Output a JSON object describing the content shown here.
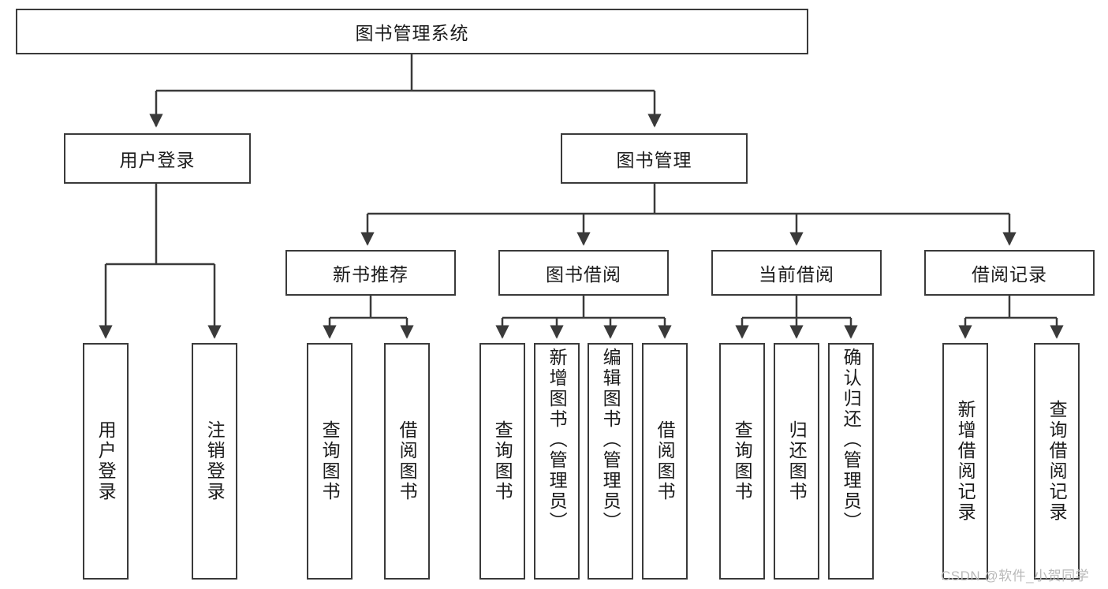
{
  "diagram": {
    "title": "图书管理系统",
    "type": "hierarchy-tree",
    "root": {
      "id": "root",
      "label": "图书管理系统",
      "orientation": "horizontal"
    },
    "level2": [
      {
        "id": "user-login",
        "label": "用户登录",
        "orientation": "horizontal"
      },
      {
        "id": "book-manage",
        "label": "图书管理",
        "orientation": "horizontal"
      }
    ],
    "level3": [
      {
        "id": "new-book-recommend",
        "label": "新书推荐",
        "orientation": "horizontal",
        "parent": "book-manage"
      },
      {
        "id": "book-borrow",
        "label": "图书借阅",
        "orientation": "horizontal",
        "parent": "book-manage"
      },
      {
        "id": "current-borrow",
        "label": "当前借阅",
        "orientation": "horizontal",
        "parent": "book-manage"
      },
      {
        "id": "borrow-record",
        "label": "借阅记录",
        "orientation": "horizontal",
        "parent": "book-manage"
      }
    ],
    "leaves": [
      {
        "id": "leaf-user-login",
        "label": "用户登录",
        "parent": "user-login",
        "orientation": "vertical"
      },
      {
        "id": "leaf-user-logout",
        "label": "注销登录",
        "parent": "user-login",
        "orientation": "vertical"
      },
      {
        "id": "leaf-query-book-1",
        "label": "查询图书",
        "parent": "new-book-recommend",
        "orientation": "vertical"
      },
      {
        "id": "leaf-borrow-book-1",
        "label": "借阅图书",
        "parent": "new-book-recommend",
        "orientation": "vertical"
      },
      {
        "id": "leaf-query-book-2",
        "label": "查询图书",
        "parent": "book-borrow",
        "orientation": "vertical"
      },
      {
        "id": "leaf-add-book",
        "label": "新增图书（管理员）",
        "parent": "book-borrow",
        "orientation": "vertical"
      },
      {
        "id": "leaf-edit-book",
        "label": "编辑图书（管理员）",
        "parent": "book-borrow",
        "orientation": "vertical"
      },
      {
        "id": "leaf-borrow-book-2",
        "label": "借阅图书",
        "parent": "book-borrow",
        "orientation": "vertical"
      },
      {
        "id": "leaf-query-book-3",
        "label": "查询图书",
        "parent": "current-borrow",
        "orientation": "vertical"
      },
      {
        "id": "leaf-return-book",
        "label": "归还图书",
        "parent": "current-borrow",
        "orientation": "vertical"
      },
      {
        "id": "leaf-confirm-return",
        "label": "确认归还（管理员）",
        "parent": "current-borrow",
        "orientation": "vertical"
      },
      {
        "id": "leaf-add-record",
        "label": "新增借阅记录",
        "parent": "borrow-record",
        "orientation": "vertical"
      },
      {
        "id": "leaf-query-record",
        "label": "查询借阅记录",
        "parent": "borrow-record",
        "orientation": "vertical"
      }
    ],
    "colors": {
      "stroke": "#3a3a3a",
      "fill": "#ffffff",
      "text": "#1b1b1b",
      "watermark": "#b9b9b9"
    }
  },
  "watermark": {
    "text": "CSDN @软件_小贺同学"
  }
}
